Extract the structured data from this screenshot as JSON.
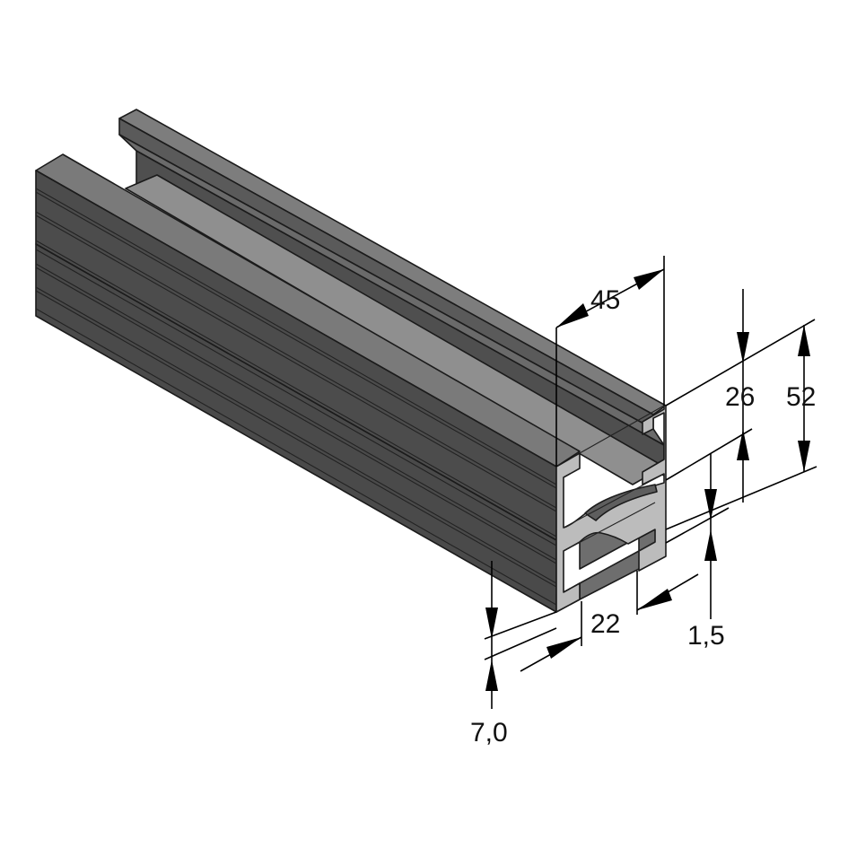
{
  "drawing": {
    "subject": "double slotted strut channel profile, isometric view",
    "colors": {
      "background": "#ffffff",
      "metal_dark": "#4d4d4d",
      "metal_mid": "#5c5c5c",
      "metal_light": "#8a8a8a",
      "end_face": "#bdbdbd",
      "line": "#000000"
    }
  },
  "dimensions": {
    "width": "45",
    "half_height": "26",
    "total_height": "52",
    "slot_opening": "22",
    "thickness": "1,5",
    "lip": "7,0"
  }
}
